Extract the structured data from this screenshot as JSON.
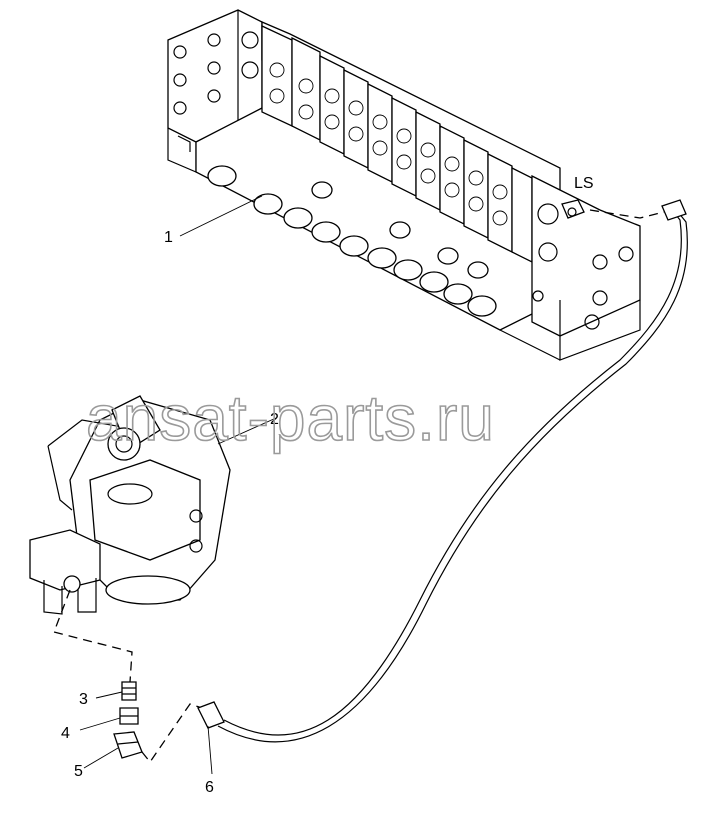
{
  "diagram": {
    "callouts": [
      {
        "id": "1",
        "label": "1"
      },
      {
        "id": "2",
        "label": "2"
      },
      {
        "id": "3",
        "label": "3"
      },
      {
        "id": "4",
        "label": "4"
      },
      {
        "id": "5",
        "label": "5"
      },
      {
        "id": "6",
        "label": "6"
      }
    ],
    "port_label": "LS",
    "watermark": "ansat-parts.ru"
  }
}
